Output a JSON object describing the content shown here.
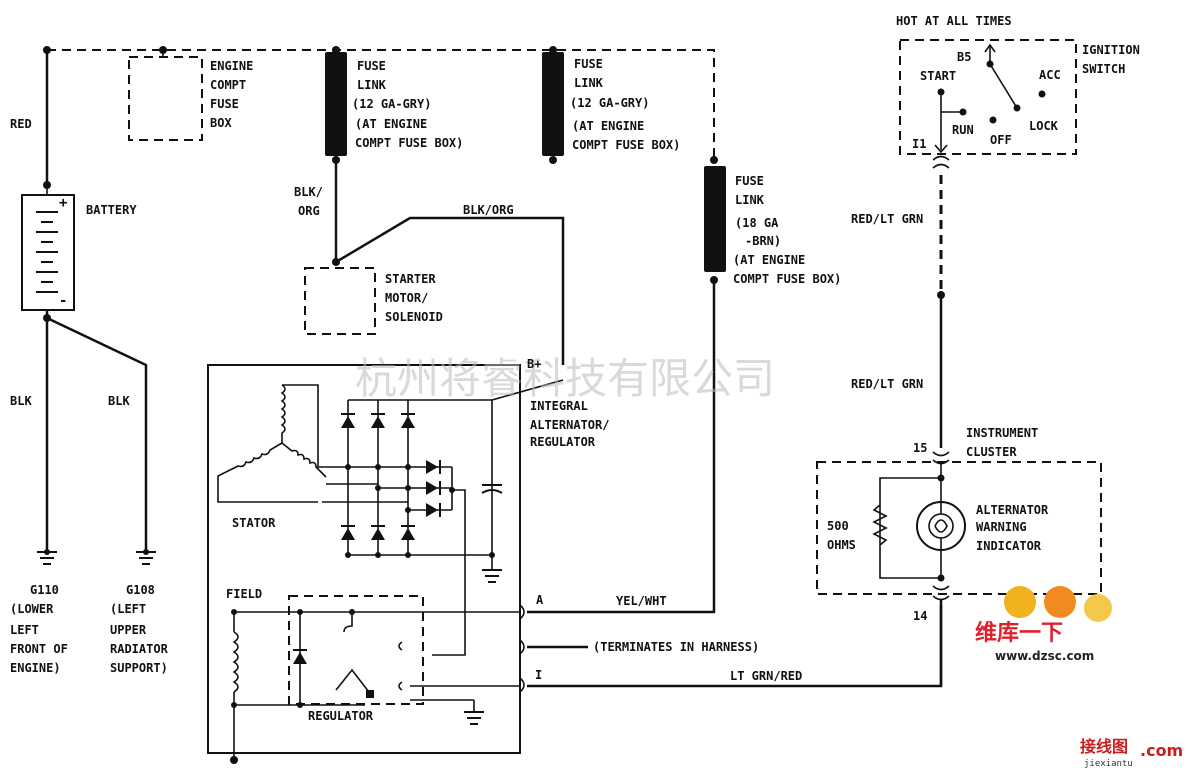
{
  "labels": {
    "hot_at_all_times": "HOT AT ALL TIMES",
    "ignition_switch_1": "IGNITION",
    "ignition_switch_2": "SWITCH",
    "b5": "B5",
    "start": "START",
    "acc": "ACC",
    "run": "RUN",
    "off": "OFF",
    "lock": "LOCK",
    "i1": "I1",
    "red": "RED",
    "battery": "BATTERY",
    "engine_fuse_box": [
      "ENGINE",
      "COMPT",
      "FUSE",
      "BOX"
    ],
    "fuse_link_a": [
      "FUSE",
      "LINK",
      "(12 GA-GRY)",
      "(AT ENGINE",
      "COMPT FUSE BOX)"
    ],
    "fuse_link_b": [
      "FUSE",
      "LINK",
      "(12 GA-GRY)",
      "(AT ENGINE",
      "COMPT FUSE BOX)"
    ],
    "fuse_link_c": [
      "FUSE",
      "LINK",
      "(18 GA",
      "-BRN)",
      "(AT ENGINE",
      "COMPT FUSE BOX)"
    ],
    "blk_org_1": "BLK/",
    "blk_org_2": "ORG",
    "blk_org_wire": "BLK/ORG",
    "starter": [
      "STARTER",
      "MOTOR/",
      "SOLENOID"
    ],
    "red_lt_grn_1": "RED/LT GRN",
    "red_lt_grn_2": "RED/LT GRN",
    "b_plus": "B+",
    "integral": [
      "INTEGRAL",
      "ALTERNATOR/",
      "REGULATOR"
    ],
    "blk_1": "BLK",
    "blk_2": "BLK",
    "stator": "STATOR",
    "field": "FIELD",
    "regulator": "REGULATOR",
    "terminal_a": "A",
    "terminal_i": "I",
    "yel_wht": "YEL/WHT",
    "terminates": "(TERMINATES IN HARNESS)",
    "lt_grn_red": "LT GRN/RED",
    "pin_15": "15",
    "pin_14": "14",
    "instrument_cluster": [
      "INSTRUMENT",
      "CLUSTER"
    ],
    "resistor": [
      "500",
      "OHMS"
    ],
    "indicator": [
      "ALTERNATOR",
      "WARNING",
      "INDICATOR"
    ],
    "g110": [
      "G110",
      "(LOWER",
      "LEFT",
      "FRONT OF",
      "ENGINE)"
    ],
    "g108": [
      "G108",
      "(LEFT",
      "UPPER",
      "RADIATOR",
      "SUPPORT)"
    ]
  },
  "watermark": "杭州将睿科技有限公司",
  "logo": {
    "line1": "维库一下",
    "url": "www.dzsc.com",
    "brand": "接线图",
    "brand_url": "jiexiantu",
    "brand_suffix": ".com"
  }
}
